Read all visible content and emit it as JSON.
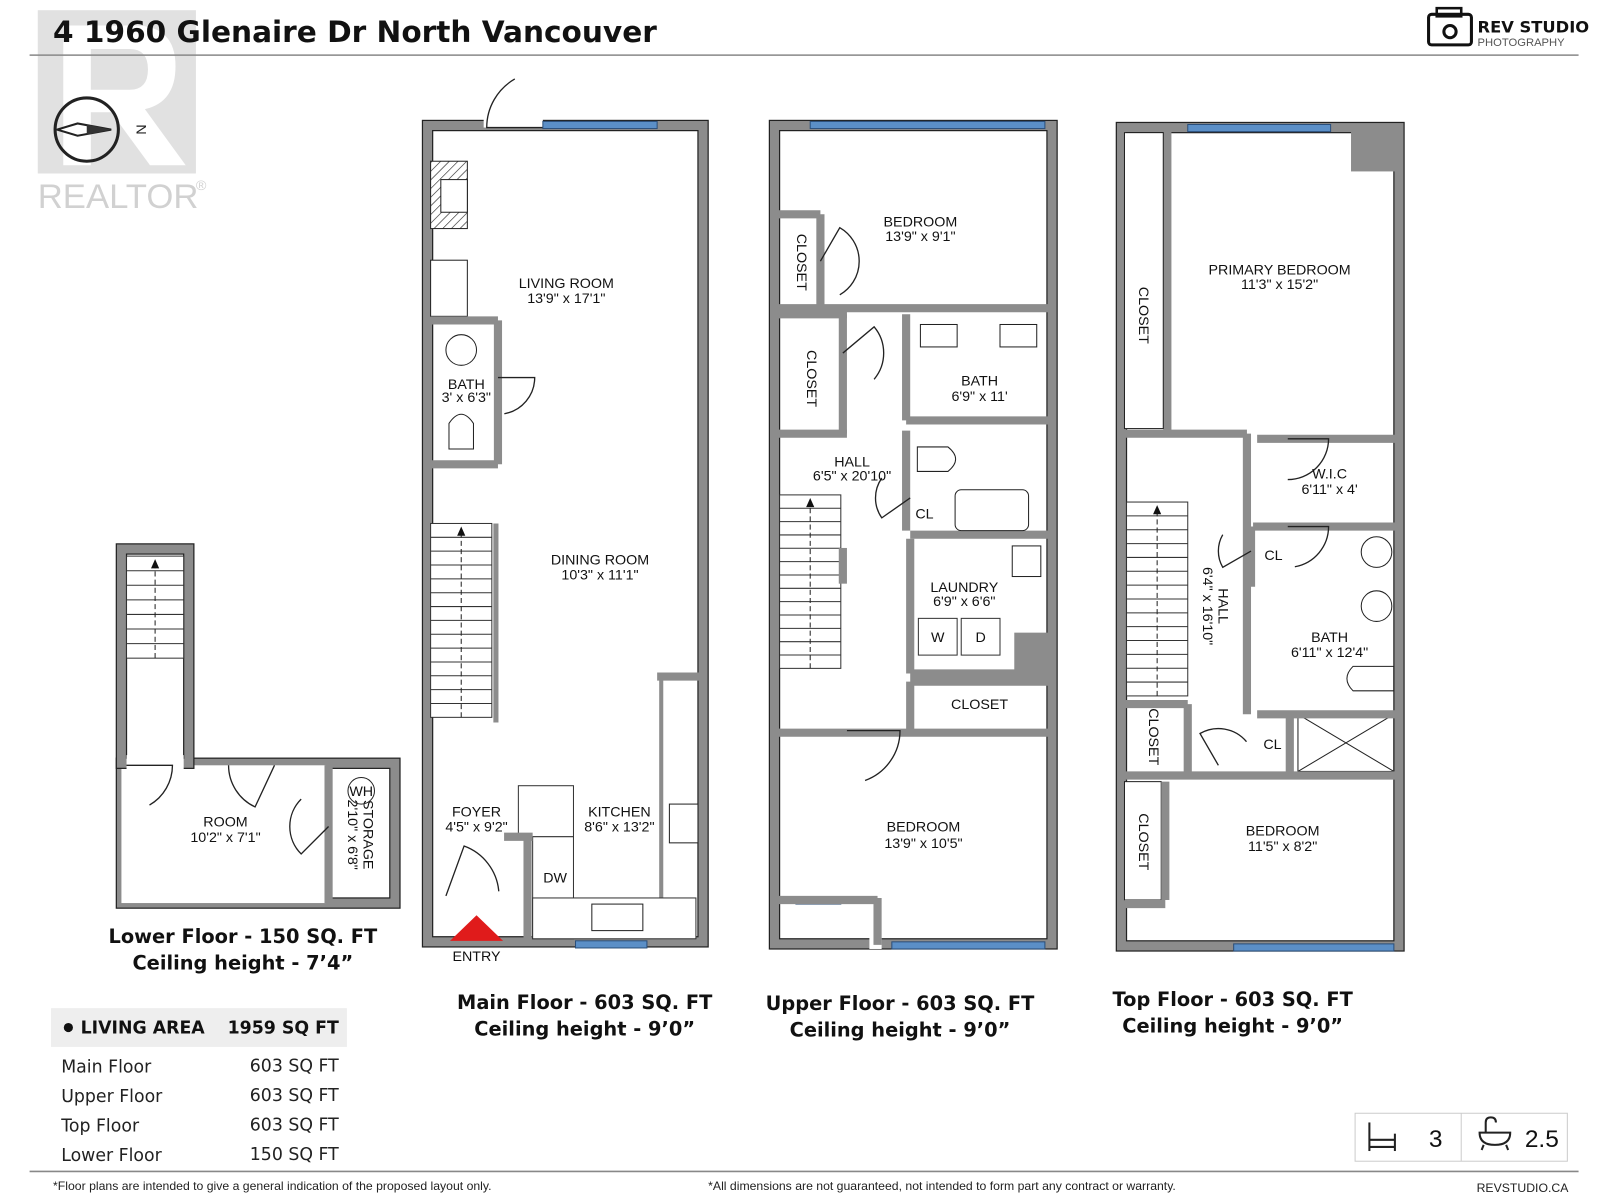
{
  "title": "4 1960 Glenaire Dr North Vancouver",
  "realtor_logo": {
    "text": "REALTOR",
    "mark": "®"
  },
  "compass": {
    "label": "N"
  },
  "brand": {
    "name": "REV STUDIO",
    "sub": "PHOTOGRAPHY"
  },
  "floors": [
    {
      "id": "lower",
      "caption": "Lower Floor - 150 SQ. FT",
      "ceiling": "Ceiling height - 7’4”",
      "rooms": [
        {
          "name": "ROOM",
          "dims": "10'2\" x 7'1\""
        },
        {
          "name": "STORAGE",
          "dims": "2'10\" x 6'8\""
        }
      ],
      "fixtures": [
        "WH"
      ]
    },
    {
      "id": "main",
      "caption": "Main Floor - 603 SQ. FT",
      "ceiling": "Ceiling height - 9’0”",
      "rooms": [
        {
          "name": "LIVING ROOM",
          "dims": "13'9\" x 17'1\""
        },
        {
          "name": "BATH",
          "dims": "3' x 6'3\""
        },
        {
          "name": "DINING ROOM",
          "dims": "10'3\" x 11'1\""
        },
        {
          "name": "FOYER",
          "dims": "4'5\" x 9'2\""
        },
        {
          "name": "KITCHEN",
          "dims": "8'6\" x 13'2\""
        }
      ],
      "fixtures": [
        "DW"
      ],
      "entry_label": "ENTRY"
    },
    {
      "id": "upper",
      "caption": "Upper  Floor - 603 SQ. FT",
      "ceiling": "Ceiling height - 9’0”",
      "rooms": [
        {
          "name": "BEDROOM",
          "dims": "13'9\" x 9'1\""
        },
        {
          "name": "CLOSET",
          "dims": ""
        },
        {
          "name": "CLOSET",
          "dims": ""
        },
        {
          "name": "BATH",
          "dims": "6'9\" x 11'"
        },
        {
          "name": "HALL",
          "dims": "6'5\" x 20'10\""
        },
        {
          "name": "CL",
          "dims": ""
        },
        {
          "name": "LAUNDRY",
          "dims": "6'9\" x 6'6\""
        },
        {
          "name": "CLOSET",
          "dims": ""
        },
        {
          "name": "BEDROOM",
          "dims": "13'9\" x 10'5\""
        }
      ],
      "fixtures": [
        "W",
        "D"
      ]
    },
    {
      "id": "top",
      "caption": "Top Floor - 603 SQ. FT",
      "ceiling": "Ceiling height - 9’0”",
      "rooms": [
        {
          "name": "PRIMARY BEDROOM",
          "dims": "11'3\" x 15'2\""
        },
        {
          "name": "CLOSET",
          "dims": ""
        },
        {
          "name": "W.I.C",
          "dims": "6'11\" x 4'"
        },
        {
          "name": "HALL",
          "dims": "6'4\" x 16'10\""
        },
        {
          "name": "CL",
          "dims": ""
        },
        {
          "name": "BATH",
          "dims": "6'11\" x 12'4\""
        },
        {
          "name": "CLOSET",
          "dims": ""
        },
        {
          "name": "CL",
          "dims": ""
        },
        {
          "name": "CLOSET",
          "dims": ""
        },
        {
          "name": "BEDROOM",
          "dims": "11'5\" x 8'2\""
        }
      ]
    }
  ],
  "summary": {
    "header_label": "LIVING AREA",
    "header_value": "1959 SQ FT",
    "rows": [
      {
        "label": "Main Floor",
        "value": "603 SQ FT"
      },
      {
        "label": "Upper Floor",
        "value": "603 SQ FT"
      },
      {
        "label": "Top Floor",
        "value": "603 SQ FT"
      },
      {
        "label": "Lower Floor",
        "value": "150 SQ FT"
      }
    ]
  },
  "stats": {
    "beds": "3",
    "baths": "2.5",
    "bed_icon": "bed-icon",
    "bath_icon": "bathtub-icon"
  },
  "footer": {
    "left": "*Floor plans are intended to give a general indication of the proposed layout only.",
    "middle": "*All dimensions are not guaranteed, not intended to form part any contract or warranty.",
    "right": "REVSTUDIO.CA"
  },
  "colors": {
    "wall": "#8c8c8c",
    "window": "#5b8fc7",
    "entry": "#e01b1b",
    "summary_bg": "#eeeeee"
  }
}
